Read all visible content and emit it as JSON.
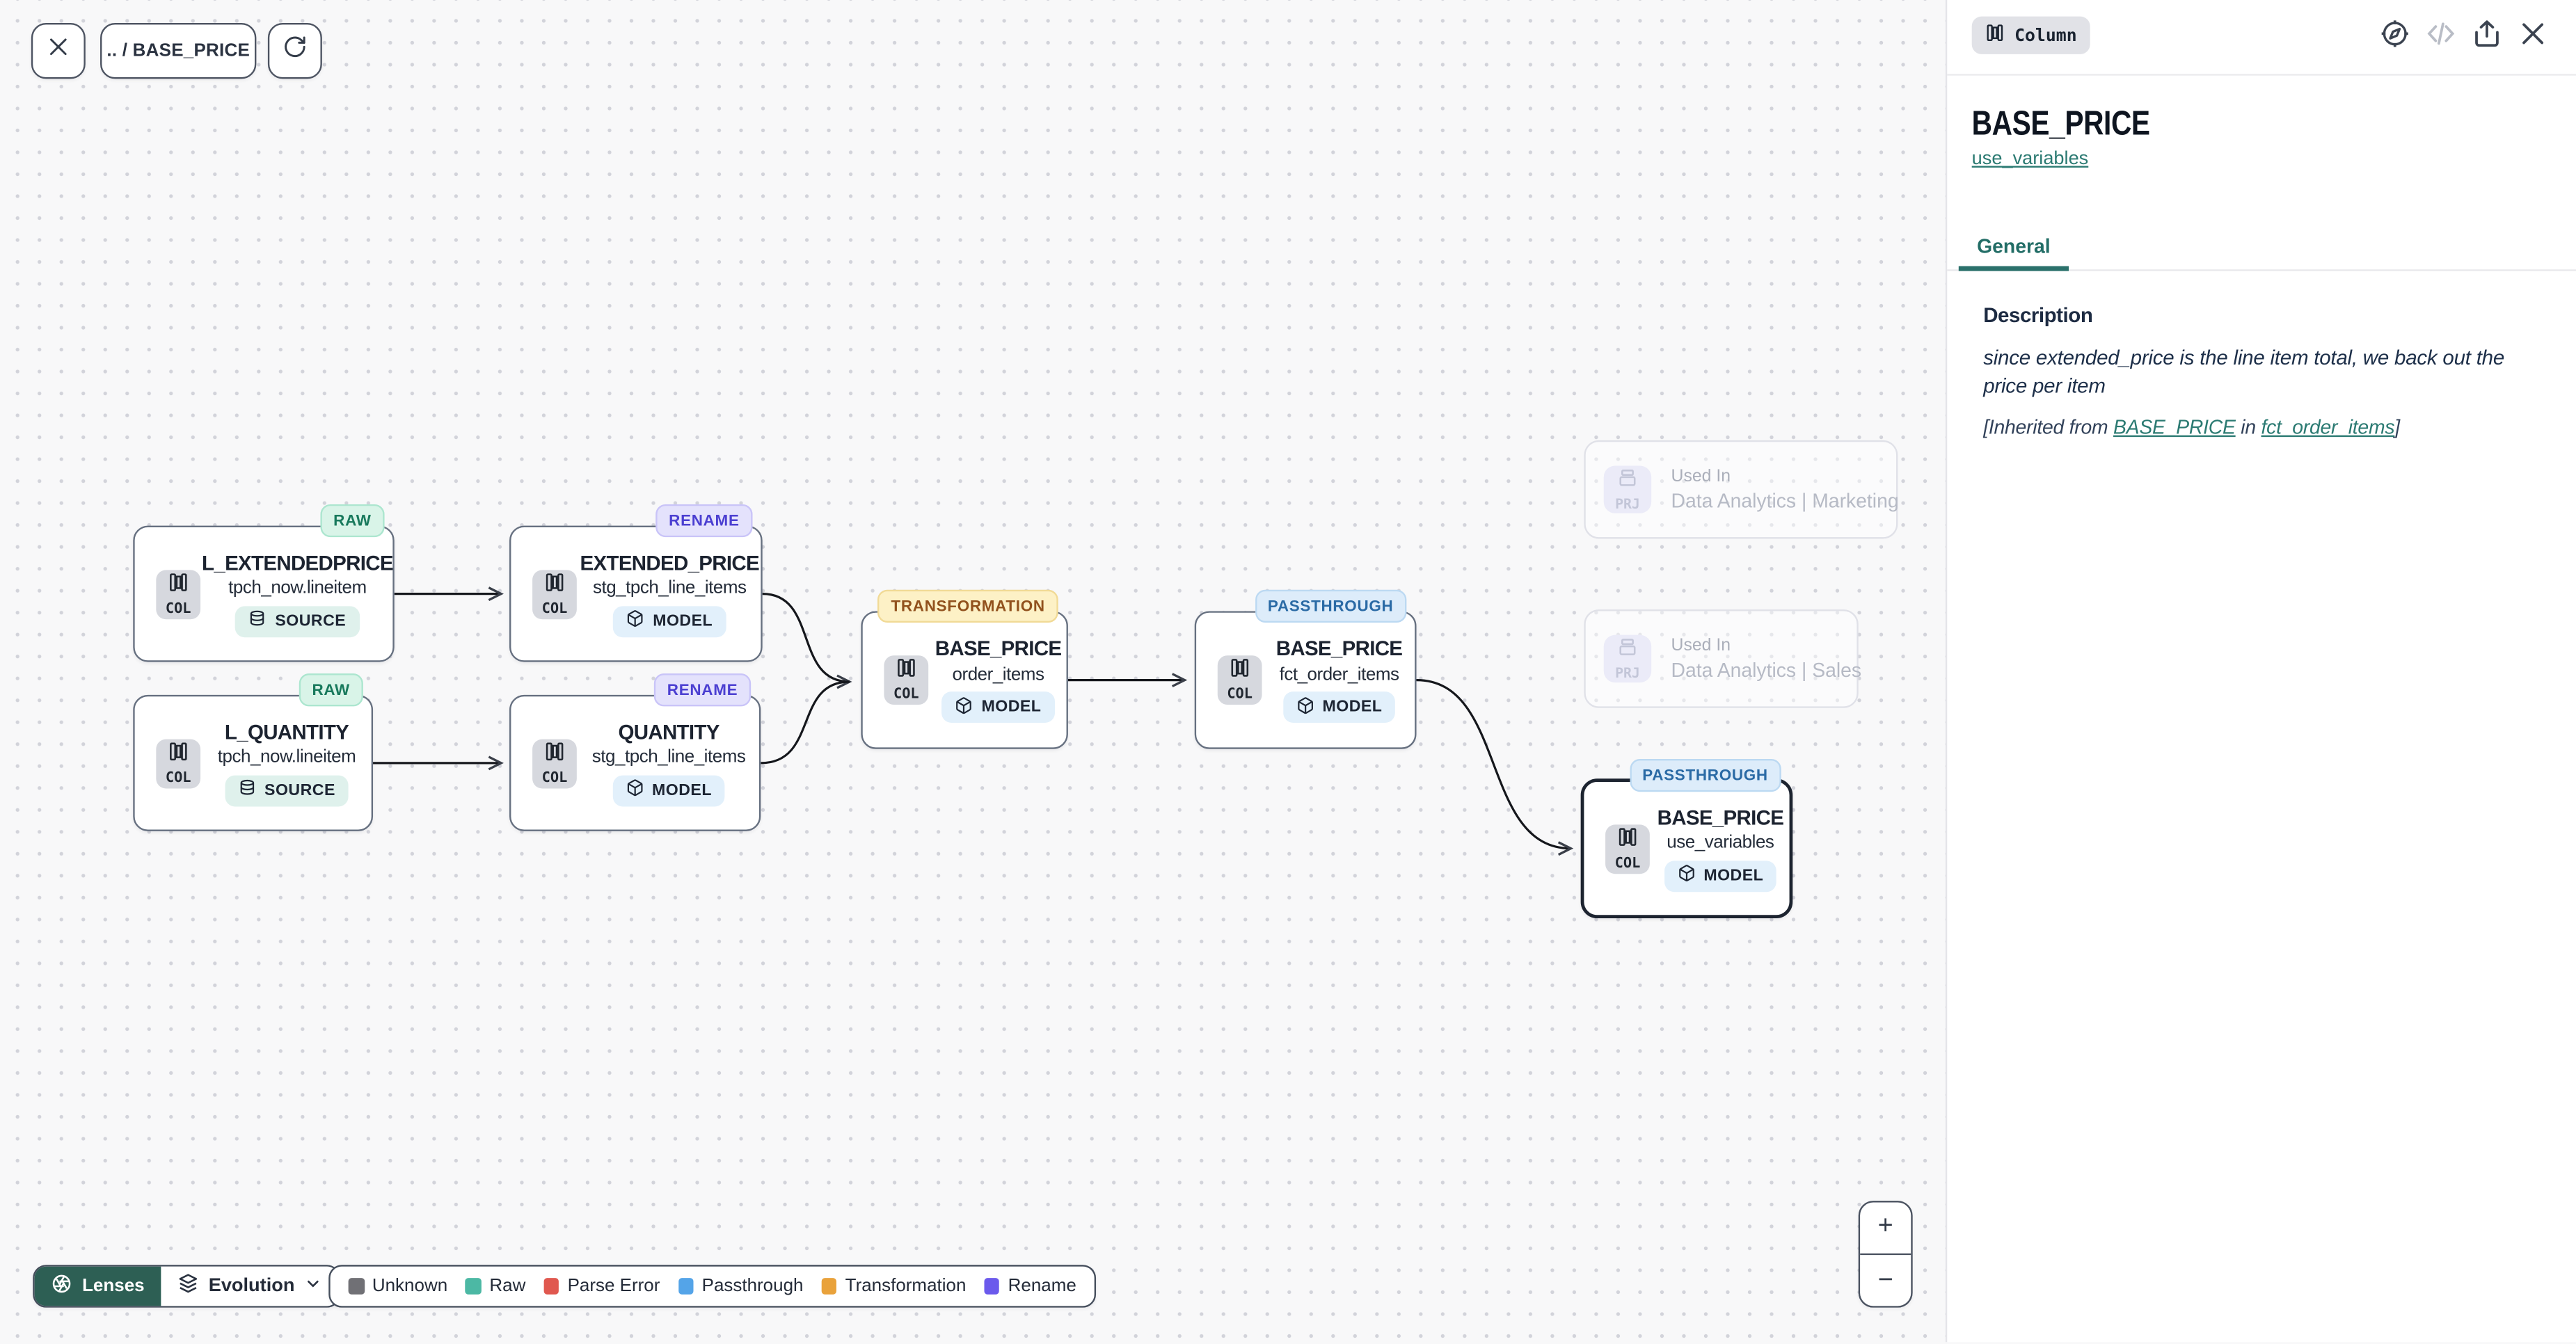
{
  "colors": {
    "accent_teal": "#2b7a72",
    "selection_border": "#1d2430",
    "edge": "#15171c",
    "lenses_green": "#2d5f54",
    "badge_raw_bg": "#d9f4e8",
    "badge_rename_bg": "#e4e2fc",
    "badge_transformation_bg": "#fdf1c6",
    "badge_passthrough_bg": "#ddecfa"
  },
  "toolbar": {
    "breadcrumb": ".. / BASE_PRICE"
  },
  "graph": {
    "nodes": [
      {
        "title": "L_EXTENDEDPRICE",
        "subtitle": "tpch_now.lineitem",
        "badge": "RAW",
        "type": "SOURCE",
        "kind": "COL"
      },
      {
        "title": "EXTENDED_PRICE",
        "subtitle": "stg_tpch_line_items",
        "badge": "RENAME",
        "type": "MODEL",
        "kind": "COL"
      },
      {
        "title": "L_QUANTITY",
        "subtitle": "tpch_now.lineitem",
        "badge": "RAW",
        "type": "SOURCE",
        "kind": "COL"
      },
      {
        "title": "QUANTITY",
        "subtitle": "stg_tpch_line_items",
        "badge": "RENAME",
        "type": "MODEL",
        "kind": "COL"
      },
      {
        "title": "BASE_PRICE",
        "subtitle": "order_items",
        "badge": "TRANSFORMATION",
        "type": "MODEL",
        "kind": "COL"
      },
      {
        "title": "BASE_PRICE",
        "subtitle": "fct_order_items",
        "badge": "PASSTHROUGH",
        "type": "MODEL",
        "kind": "COL"
      },
      {
        "title": "BASE_PRICE",
        "subtitle": "use_variables",
        "badge": "PASSTHROUGH",
        "type": "MODEL",
        "kind": "COL",
        "selected": true
      }
    ],
    "used_in": [
      {
        "kind": "PRJ",
        "label": "Used In",
        "name": "Data Analytics | Marketing"
      },
      {
        "kind": "PRJ",
        "label": "Used In",
        "name": "Data Analytics | Sales"
      }
    ]
  },
  "lenses_bar": {
    "lenses_label": "Lenses",
    "active_lens": "Evolution"
  },
  "legend": {
    "items": [
      {
        "label": "Unknown",
        "color": "#707075"
      },
      {
        "label": "Raw",
        "color": "#4cb8a4"
      },
      {
        "label": "Parse Error",
        "color": "#e0584f"
      },
      {
        "label": "Passthrough",
        "color": "#54a4e8"
      },
      {
        "label": "Transformation",
        "color": "#e9a23b"
      },
      {
        "label": "Rename",
        "color": "#6b5aec"
      }
    ]
  },
  "zoom_controls": {
    "zoom_in": "+",
    "zoom_out": "−"
  },
  "panel": {
    "type_chip": "Column",
    "title": "BASE_PRICE",
    "model_link": "use_variables",
    "tab": "General",
    "description_label": "Description",
    "description": "since extended_price is the line item total, we back out the price per item",
    "inherited": {
      "prefix": "[Inherited from ",
      "column_link": "BASE_PRICE",
      "middle": " in ",
      "model_link": "fct_order_items",
      "suffix": "]"
    }
  }
}
